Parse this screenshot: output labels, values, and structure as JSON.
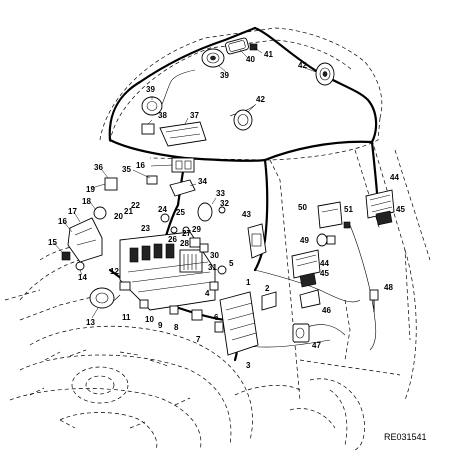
{
  "figure": {
    "reference_code": "RE031541"
  },
  "callouts": [
    {
      "id": "c1",
      "label": "1"
    },
    {
      "id": "c2",
      "label": "2"
    },
    {
      "id": "c3",
      "label": "3"
    },
    {
      "id": "c4",
      "label": "4"
    },
    {
      "id": "c5",
      "label": "5"
    },
    {
      "id": "c6",
      "label": "6"
    },
    {
      "id": "c7",
      "label": "7"
    },
    {
      "id": "c8",
      "label": "8"
    },
    {
      "id": "c9",
      "label": "9"
    },
    {
      "id": "c10",
      "label": "10"
    },
    {
      "id": "c11",
      "label": "11"
    },
    {
      "id": "c12",
      "label": "12"
    },
    {
      "id": "c13",
      "label": "13"
    },
    {
      "id": "c14",
      "label": "14"
    },
    {
      "id": "c15",
      "label": "15"
    },
    {
      "id": "c16a",
      "label": "16"
    },
    {
      "id": "c16b",
      "label": "16"
    },
    {
      "id": "c17",
      "label": "17"
    },
    {
      "id": "c18",
      "label": "18"
    },
    {
      "id": "c19",
      "label": "19"
    },
    {
      "id": "c20",
      "label": "20"
    },
    {
      "id": "c21",
      "label": "21"
    },
    {
      "id": "c22",
      "label": "22"
    },
    {
      "id": "c23",
      "label": "23"
    },
    {
      "id": "c24",
      "label": "24"
    },
    {
      "id": "c25",
      "label": "25"
    },
    {
      "id": "c26",
      "label": "26"
    },
    {
      "id": "c27",
      "label": "27"
    },
    {
      "id": "c28",
      "label": "28"
    },
    {
      "id": "c29",
      "label": "29"
    },
    {
      "id": "c30",
      "label": "30"
    },
    {
      "id": "c31",
      "label": "31"
    },
    {
      "id": "c32",
      "label": "32"
    },
    {
      "id": "c33",
      "label": "33"
    },
    {
      "id": "c34",
      "label": "34"
    },
    {
      "id": "c35",
      "label": "35"
    },
    {
      "id": "c36",
      "label": "36"
    },
    {
      "id": "c37",
      "label": "37"
    },
    {
      "id": "c38",
      "label": "38"
    },
    {
      "id": "c39a",
      "label": "39"
    },
    {
      "id": "c39b",
      "label": "39"
    },
    {
      "id": "c40",
      "label": "40"
    },
    {
      "id": "c41",
      "label": "41"
    },
    {
      "id": "c42a",
      "label": "42"
    },
    {
      "id": "c42b",
      "label": "42"
    },
    {
      "id": "c43",
      "label": "43"
    },
    {
      "id": "c44a",
      "label": "44"
    },
    {
      "id": "c44b",
      "label": "44"
    },
    {
      "id": "c45a",
      "label": "45"
    },
    {
      "id": "c45b",
      "label": "45"
    },
    {
      "id": "c46",
      "label": "46"
    },
    {
      "id": "c47",
      "label": "47"
    },
    {
      "id": "c48",
      "label": "48"
    },
    {
      "id": "c49",
      "label": "49"
    },
    {
      "id": "c50",
      "label": "50"
    },
    {
      "id": "c51",
      "label": "51"
    }
  ]
}
